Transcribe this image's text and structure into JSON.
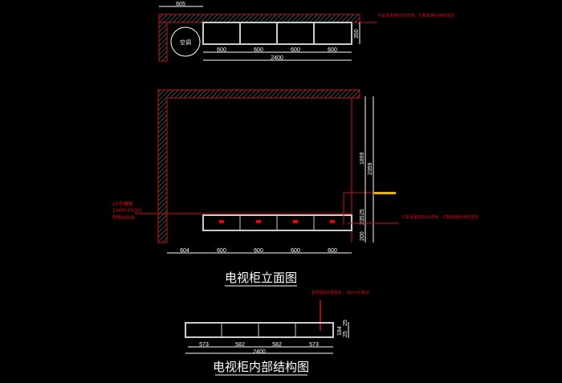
{
  "plan": {
    "dim_top": "605",
    "ac_label": "空调",
    "depth": "350",
    "bays": [
      "600",
      "600",
      "600",
      "600"
    ],
    "total": "2400",
    "note": "不是承重墙就18背板，打膨胀螺丝锁死固定"
  },
  "elevation": {
    "left_note": [
      "25号槽板",
      "2400*350E1",
      "颜色8008"
    ],
    "heights": {
      "upper": "1899",
      "total": "2359",
      "base": "200",
      "h1": "235",
      "h2": "25"
    },
    "widths": [
      "604",
      "600",
      "600",
      "600",
      "600"
    ],
    "right_note": "不是承重墙就18背板，打膨胀螺丝锁死固定",
    "title": "电视柜立面图"
  },
  "section": {
    "note": "各柜底部2根鼓条，18cm长螺丝",
    "widths": [
      "573",
      "582",
      "582",
      "573"
    ],
    "total": "2400",
    "heights": [
      "184",
      "25",
      "25"
    ],
    "title": "电视柜内部结构图"
  }
}
